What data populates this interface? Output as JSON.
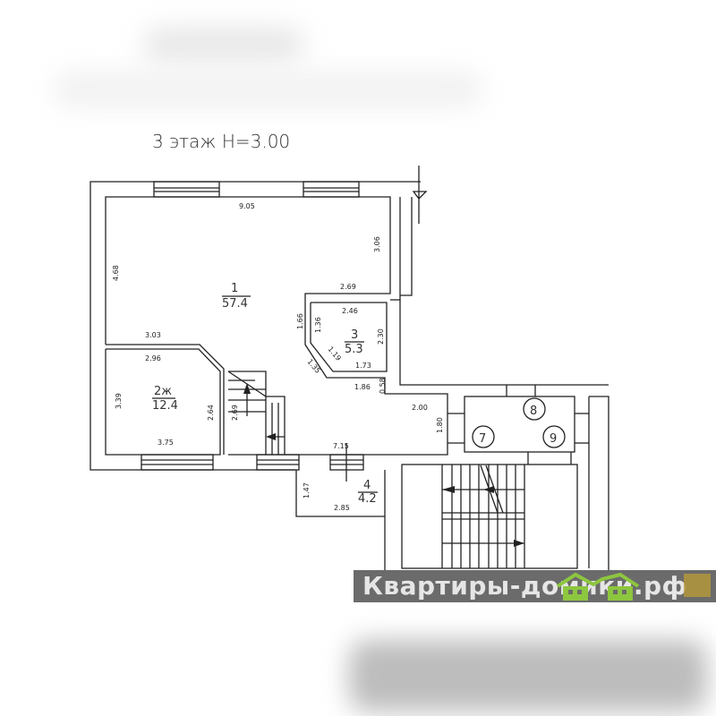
{
  "title": "3 этаж H=3.00",
  "rooms": [
    {
      "number": "1",
      "area": "57.4"
    },
    {
      "number": "2ж",
      "area": "12.4"
    },
    {
      "number": "3",
      "area": "5.3"
    },
    {
      "number": "4",
      "area": "4.2"
    }
  ],
  "markers": [
    "7",
    "8",
    "9"
  ],
  "dimensions": {
    "d905": "9.05",
    "d306": "3.06",
    "d468": "4.68",
    "d269": "2.69",
    "d246": "2.46",
    "d166": "1.66",
    "d136": "1.36",
    "d230": "2.30",
    "d119": "1.19",
    "d173": "1.73",
    "d135": "1.35",
    "d303": "3.03",
    "d296": "2.96",
    "d339": "3.39",
    "d264": "2.64",
    "d375": "3.75",
    "d269b": "2.69",
    "d186": "1.86",
    "d058": "0.58",
    "d200": "2.00",
    "d180": "1.80",
    "d715": "7.15",
    "d147": "1.47",
    "d285": "2.85"
  },
  "watermark": {
    "text": "Квартиры-домики.рф",
    "logo_color": "#8dc63f"
  }
}
